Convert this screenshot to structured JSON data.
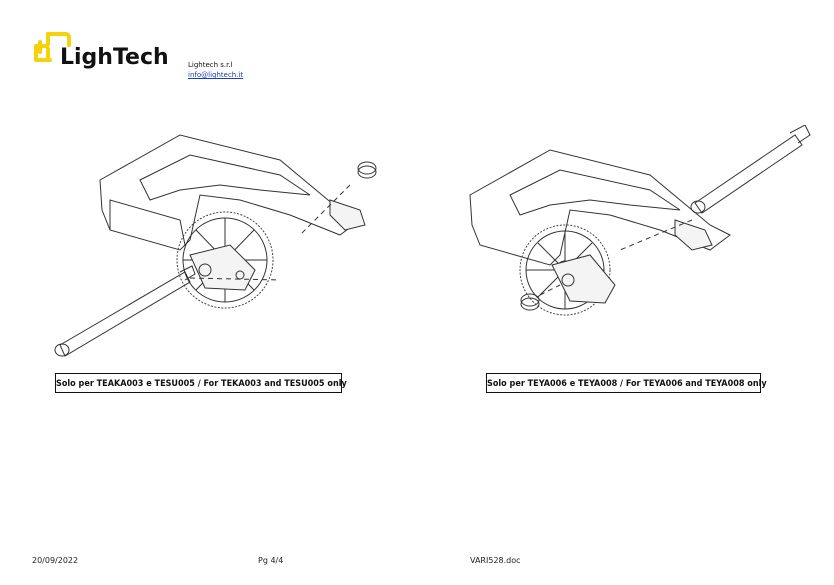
{
  "brand": {
    "logo_text": "LighTech",
    "company_name": "Lightech s.r.l",
    "email": "info@lightech.it",
    "accent_color": "#f5d20b"
  },
  "figures": [
    {
      "caption": "Solo per TEAKA003 e TESU005 / For TEKA003 and TESU005 only"
    },
    {
      "caption": "Solo per TEYA006 e TEYA008 / For TEYA006 and TEYA008 only"
    }
  ],
  "footer": {
    "date": "20/09/2022",
    "page": "Pg 4/4",
    "document": "VARI528.doc"
  }
}
